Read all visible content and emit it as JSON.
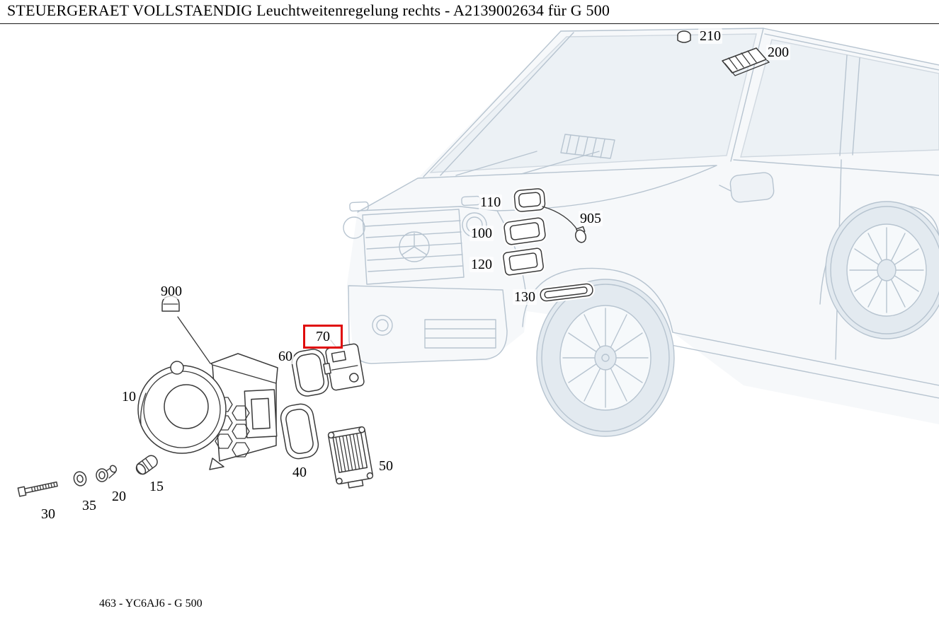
{
  "header": {
    "title": "STEUERGERAET VOLLSTAENDIG Leuchtweitenregelung rechts - A2139002634 für G 500"
  },
  "footer": {
    "text": "463 - YC6AJ6 - G 500"
  },
  "diagram": {
    "highlighted_part": "70",
    "highlight_color": "#e00c0c",
    "labels": {
      "p10": "10",
      "p15": "15",
      "p20": "20",
      "p30": "30",
      "p35": "35",
      "p40": "40",
      "p50": "50",
      "p60": "60",
      "p70": "70",
      "p100": "100",
      "p110": "110",
      "p120": "120",
      "p130": "130",
      "p200": "200",
      "p210": "210",
      "p900": "900",
      "p905": "905"
    }
  }
}
